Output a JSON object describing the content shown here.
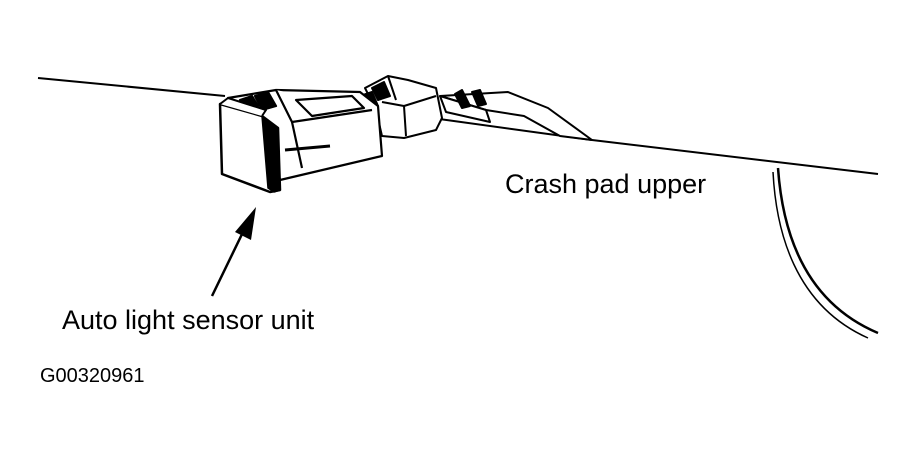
{
  "labels": {
    "crash_pad": "Crash pad upper",
    "sensor": "Auto light sensor unit",
    "figure_id": "G00320961"
  },
  "colors": {
    "ink": "#000000",
    "background": "#ffffff"
  }
}
